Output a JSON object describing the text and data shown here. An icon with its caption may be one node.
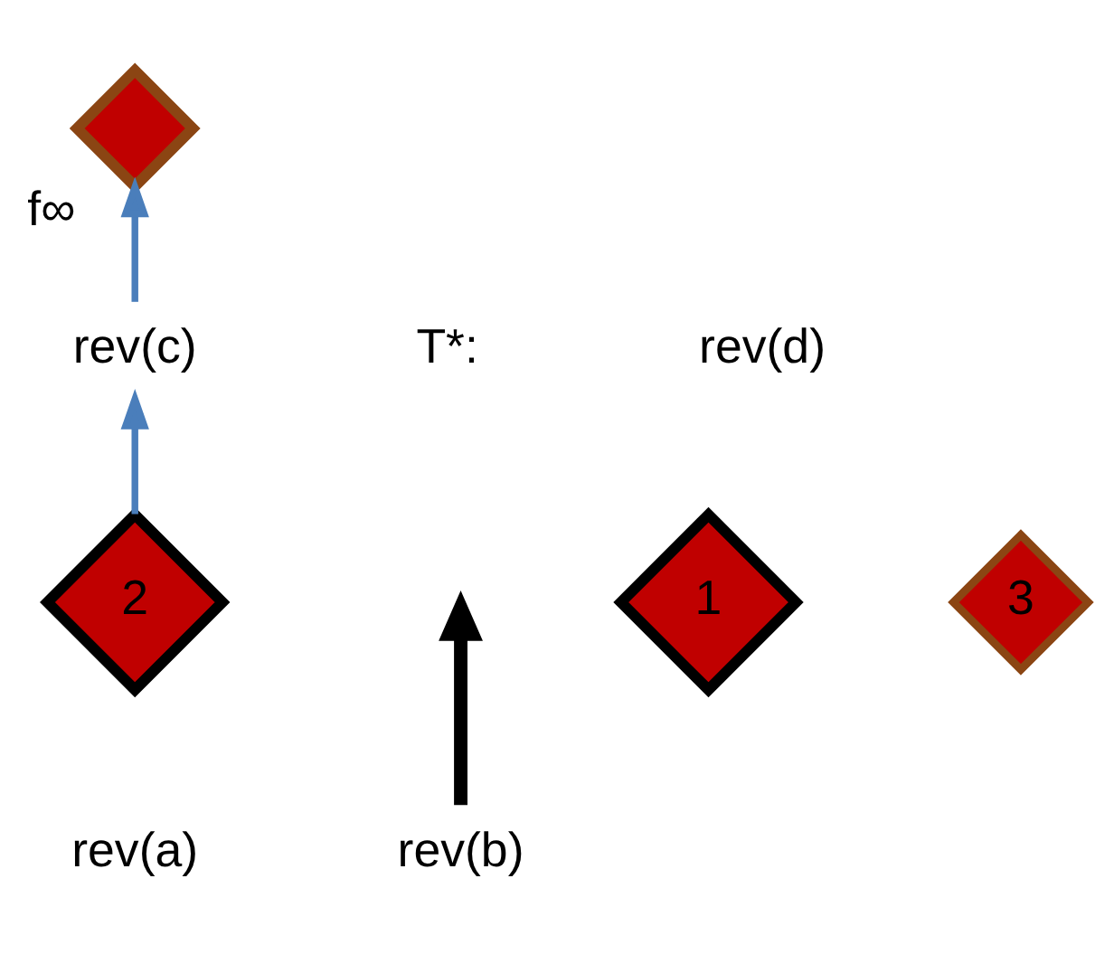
{
  "diagram": {
    "nodes": [
      {
        "text": [
          "f∞"
        ]
      },
      {
        "text": [
          "rev(b)"
        ]
      },
      {
        "text": [
          "rev(c)"
        ]
      },
      {
        "text": [
          "1"
        ]
      },
      {
        "text": [
          "2"
        ]
      },
      {
        "text": [
          "3"
        ]
      }
    ],
    "edges": [
      {
        "from": 2,
        "to": 0,
        "arrow": "to"
      },
      {
        "from": 4,
        "to": 2,
        "arrow": "to"
      },
      {
        "from": 1,
        "to": null,
        "arrow": "to",
        "style": "thick",
        "color": "#000000"
      }
    ],
    "labels": [
      "T*:",
      "rev(d)",
      "rev(a)"
    ]
  }
}
